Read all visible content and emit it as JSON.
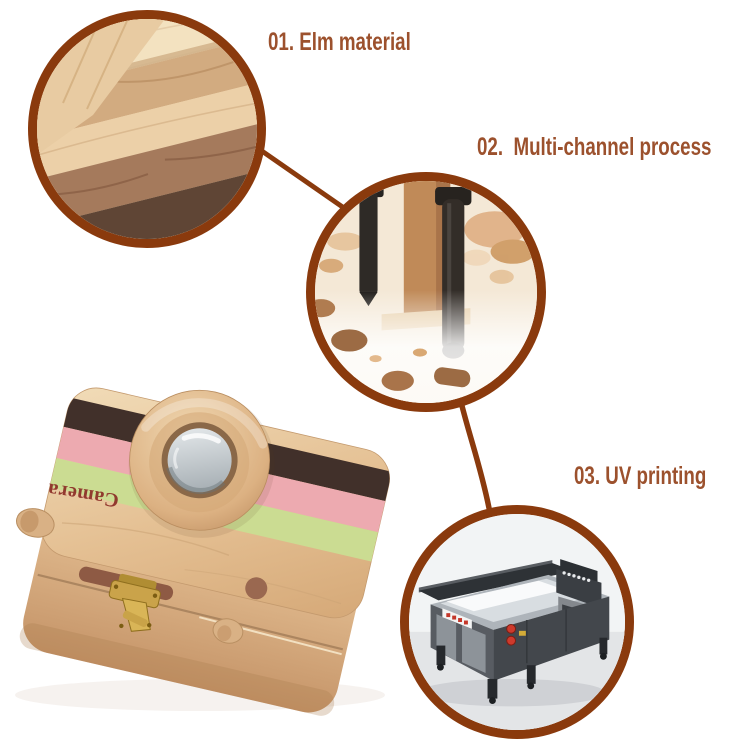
{
  "banner": {
    "background_color": "#ffffff",
    "accent": {
      "ring_color": "#8a3a0d",
      "connector_color": "#8a3a0d",
      "label_color": "#9c512d"
    }
  },
  "callouts": [
    {
      "number": "01",
      "label": "01. Elm material",
      "photo": "stacked-elm-wood-boards-closeup"
    },
    {
      "number": "02",
      "label": "02.  Multi-channel process",
      "photo": "cnc-drill-bits-milling-wood-closeup"
    },
    {
      "number": "03",
      "label": "03. UV printing",
      "photo": "uv-flatbed-printer"
    }
  ],
  "product": {
    "name": "wooden-toy-camera-box",
    "engraved_text": "Camera",
    "stripe_colors": [
      "#41302a",
      "#edaab0",
      "#cbdc92"
    ],
    "wood_color": "#e4bf92",
    "latch_color": "#caa34a"
  }
}
